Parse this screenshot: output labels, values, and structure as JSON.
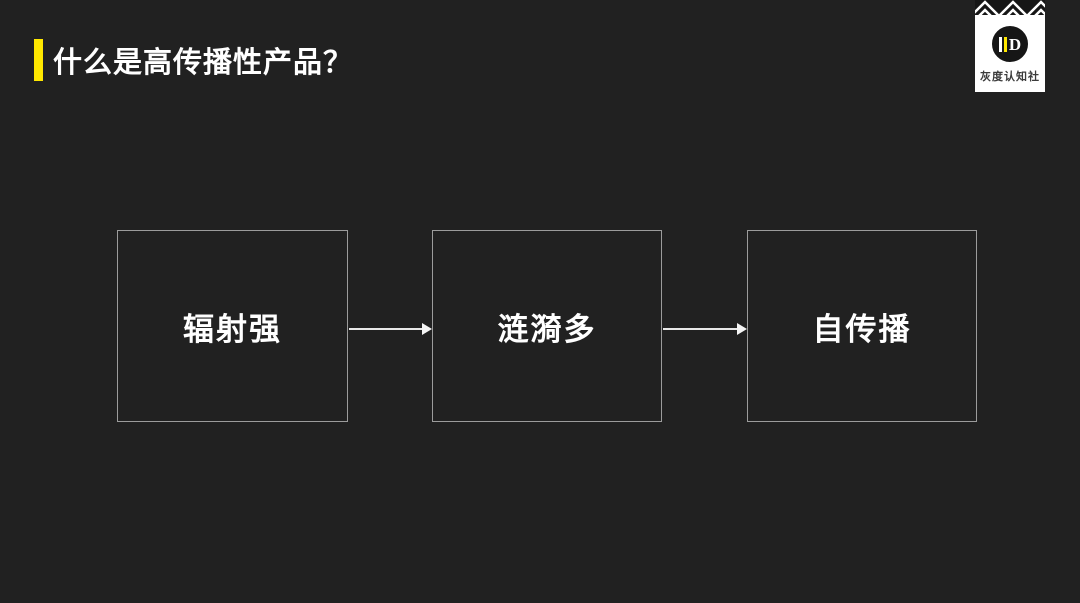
{
  "slide": {
    "title": "什么是高传播性产品？",
    "colors": {
      "background": "#212121",
      "accent_yellow": "#FFE800",
      "box_border": "#9C9C9C",
      "text": "#FFFFFF"
    }
  },
  "logo": {
    "brand_name": "灰度认知社",
    "monogram_d": "D"
  },
  "diagram": {
    "nodes": [
      {
        "label": "辐射强"
      },
      {
        "label": "涟漪多"
      },
      {
        "label": "自传播"
      }
    ]
  }
}
